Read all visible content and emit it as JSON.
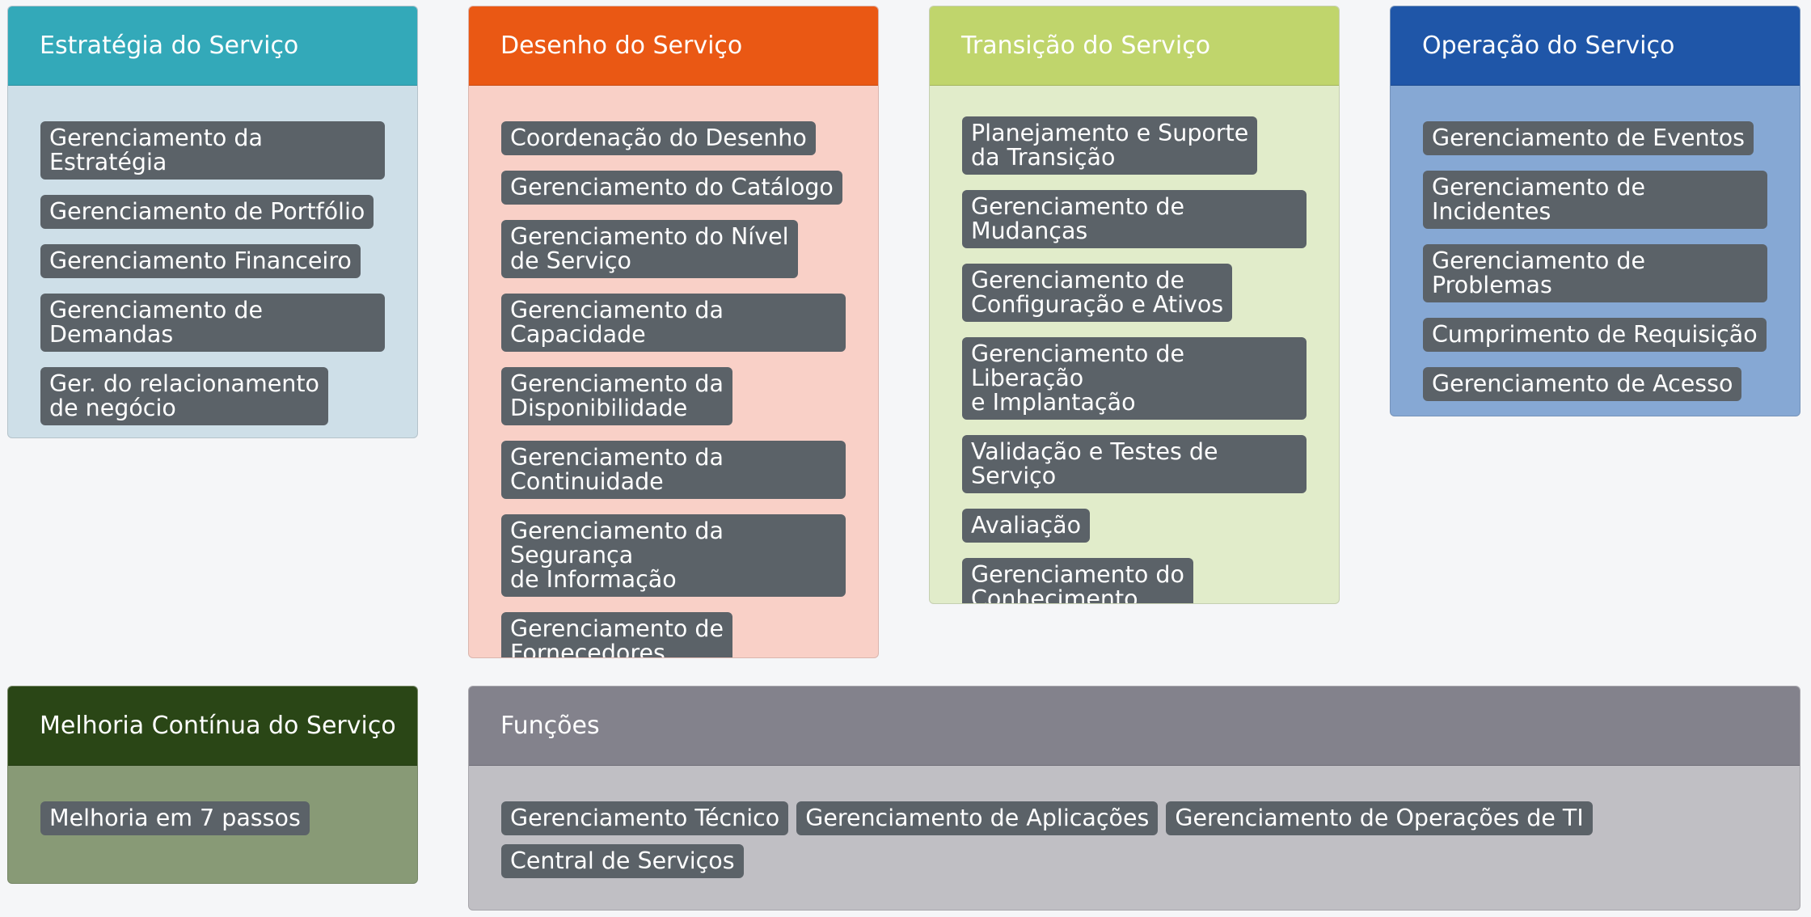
{
  "cards": [
    {
      "title": "Estratégia do Serviço",
      "header_color": "#33a9b9",
      "body_color": "#cedfe8",
      "items": [
        "Gerenciamento da Estratégia",
        "Gerenciamento de Portfólio",
        "Gerenciamento Financeiro",
        "Gerenciamento de Demandas",
        "Ger. do relacionamento\nde negócio"
      ]
    },
    {
      "title": "Desenho do Serviço",
      "header_color": "#ea5814",
      "body_color": "#f9d0c7",
      "items": [
        "Coordenação do Desenho",
        "Gerenciamento do Catálogo",
        "Gerenciamento do Nível\nde Serviço",
        "Gerenciamento da Capacidade",
        "Gerenciamento da\nDisponibilidade",
        "Gerenciamento da Continuidade",
        "Gerenciamento da Segurança\nde Informação",
        "Gerenciamento de\nFornecedores"
      ]
    },
    {
      "title": "Transição do Serviço",
      "header_color": "#c0d56c",
      "body_color": "#e1ecca",
      "items": [
        "Planejamento e Suporte\nda Transição",
        "Gerenciamento de Mudanças",
        "Gerenciamento de\nConfiguração e Ativos",
        "Gerenciamento de Liberação\ne Implantação",
        "Validação e Testes de Serviço",
        "Avaliação",
        "Gerenciamento do\nConhecimento"
      ]
    },
    {
      "title": "Operação do Serviço",
      "header_color": "#1f56a8",
      "body_color": "#86a8d4",
      "items": [
        "Gerenciamento de Eventos",
        "Gerenciamento de Incidentes",
        "Gerenciamento de Problemas",
        "Cumprimento de Requisição",
        "Gerenciamento de Acesso"
      ]
    },
    {
      "title": "Melhoria Contínua do Serviço",
      "header_color": "#2a4616",
      "body_color": "#889a76",
      "items": [
        "Melhoria em 7 passos"
      ]
    },
    {
      "title": "Funções",
      "header_color": "#83828c",
      "body_color": "#c0bfc4",
      "items": [
        "Gerenciamento Técnico",
        "Gerenciamento de Aplicações",
        "Gerenciamento de Operações de TI",
        "Central de Serviços"
      ]
    }
  ]
}
